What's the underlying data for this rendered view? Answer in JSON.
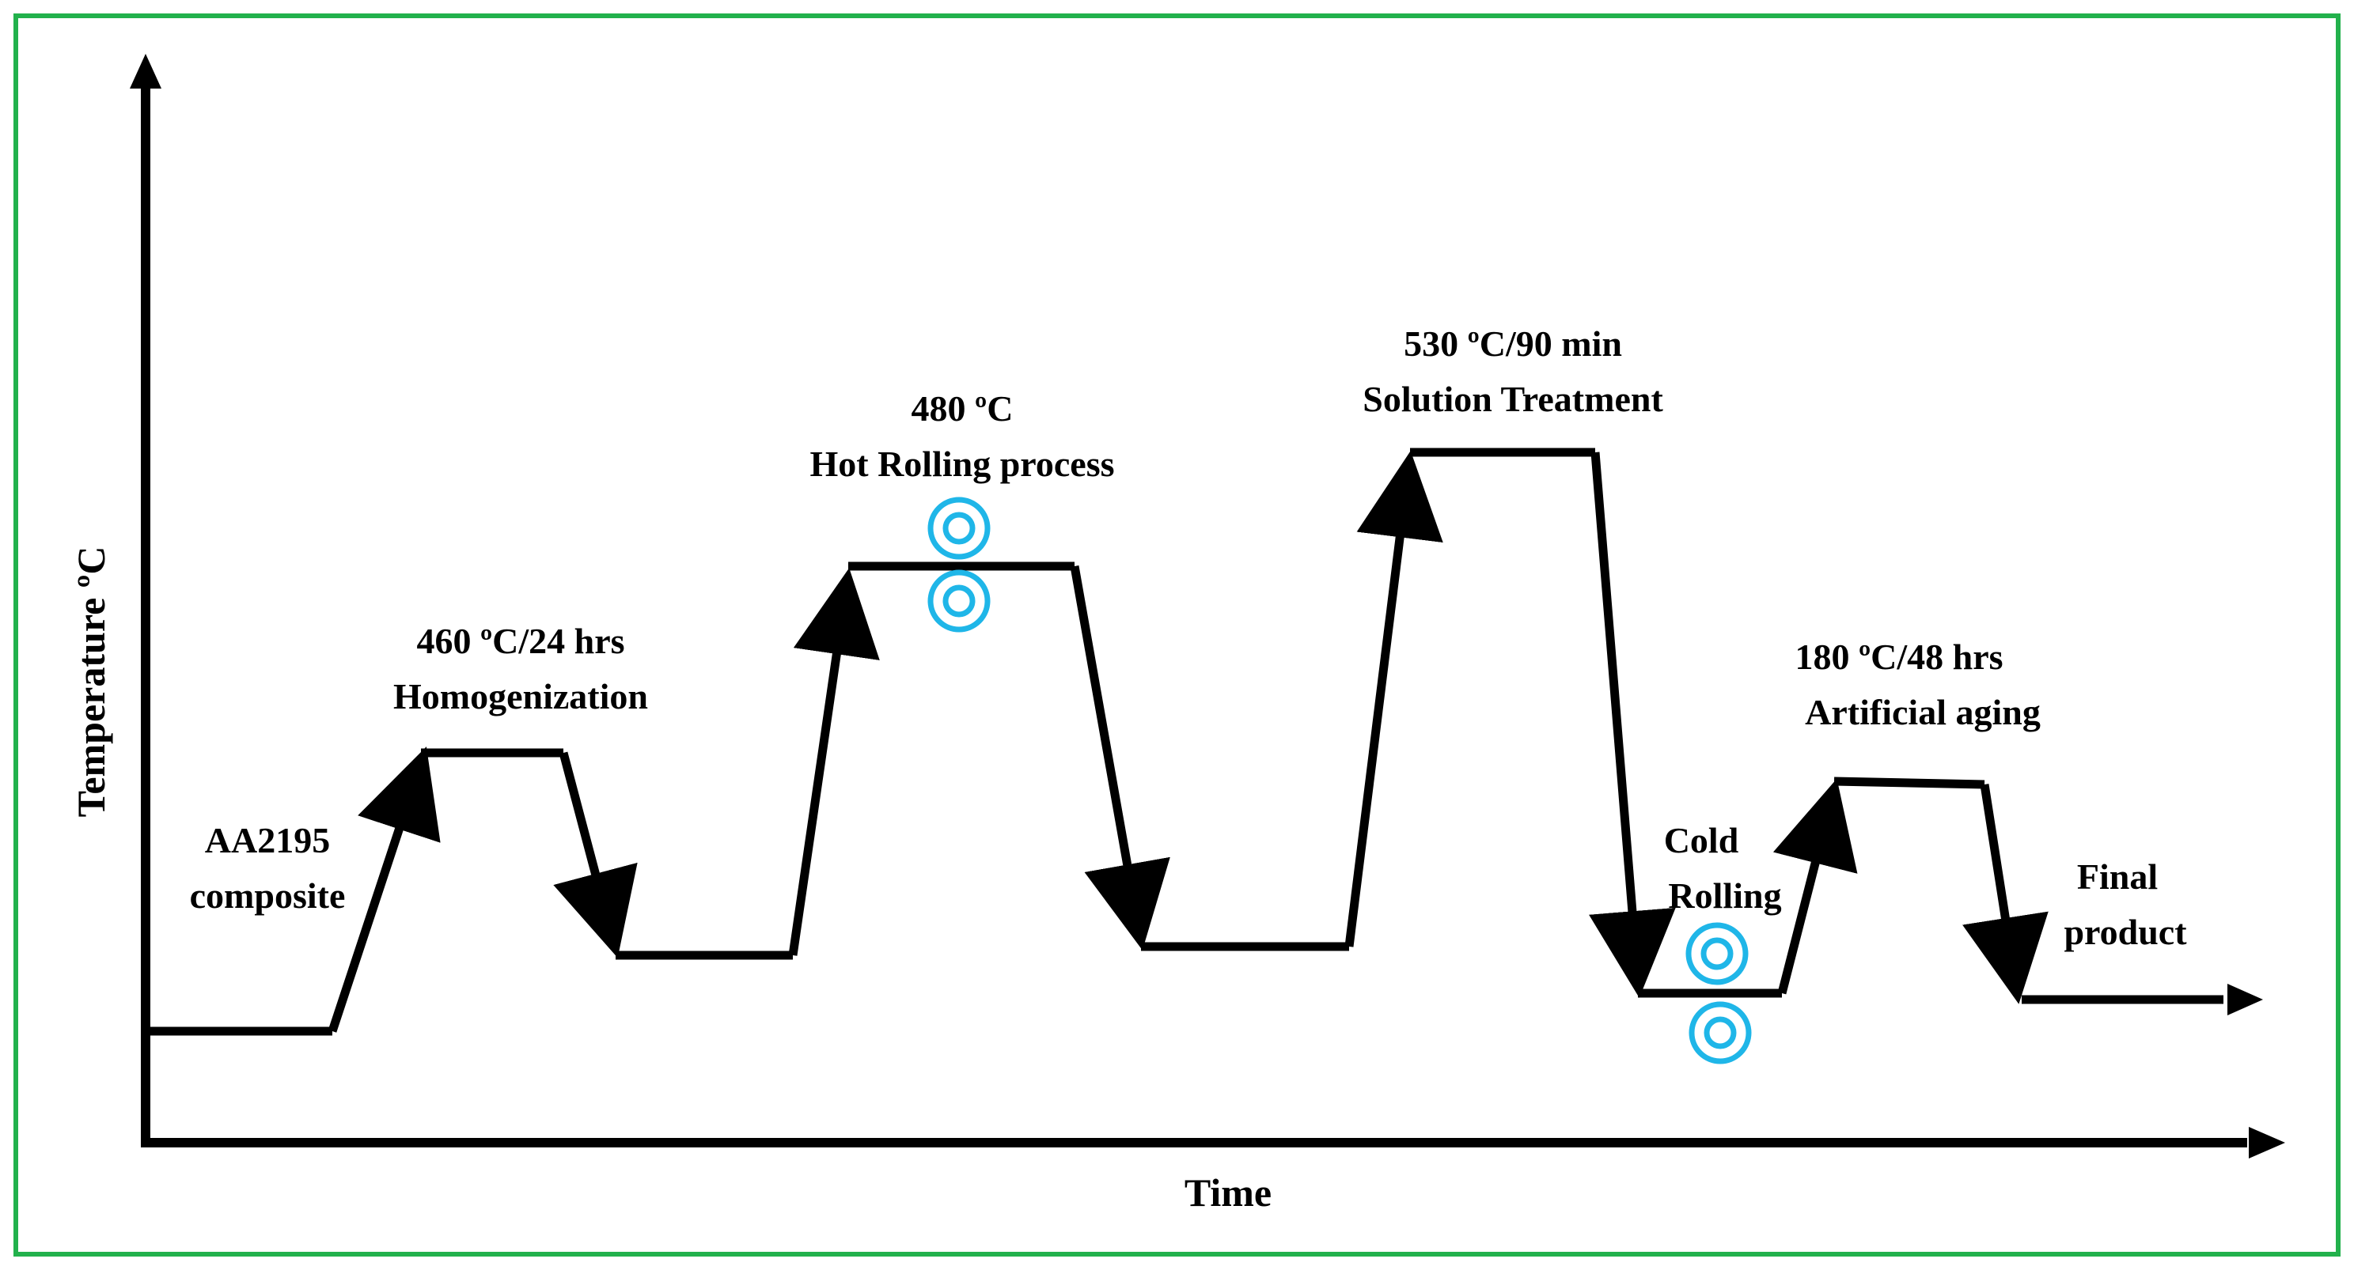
{
  "colors": {
    "border": "#22b14c",
    "line": "#000000",
    "roller": "#1fb6e8"
  },
  "axes": {
    "x_label": "Time",
    "y_label": "Temperature ºC"
  },
  "stages": {
    "start": {
      "line1": "AA2195",
      "line2": "composite"
    },
    "homogenization": {
      "line1": "460 ºC/24 hrs",
      "line2": "Homogenization"
    },
    "hot_rolling": {
      "line1": "480 ºC",
      "line2": "Hot Rolling process"
    },
    "solution": {
      "line1": "530 ºC/90 min",
      "line2": "Solution Treatment"
    },
    "cold_rolling": {
      "line1": "Cold",
      "line2": "Rolling"
    },
    "aging": {
      "line1": "180 ºC/48 hrs",
      "line2": "Artificial aging"
    },
    "final": {
      "line1": "Final",
      "line2": "product"
    }
  },
  "icons": {
    "roller": "roller-icon"
  }
}
